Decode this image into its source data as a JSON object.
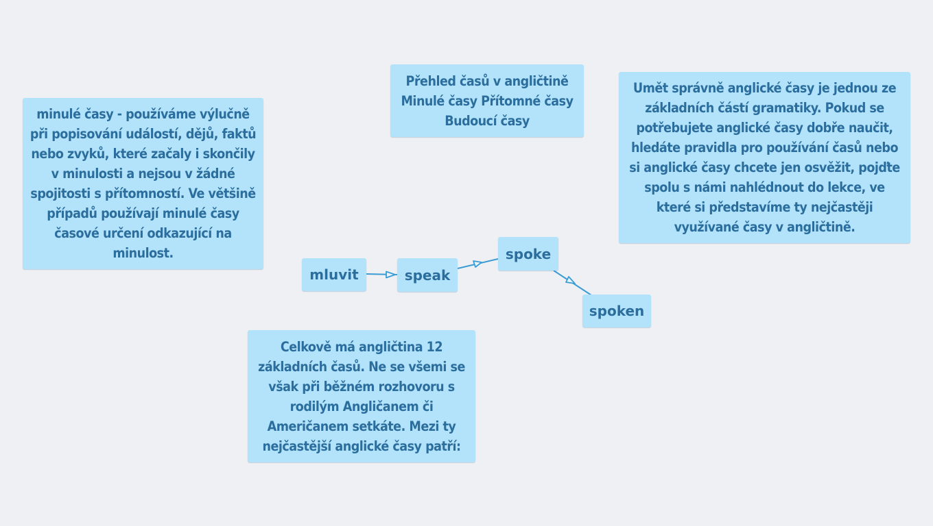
{
  "colors": {
    "background": "#eef0f3",
    "node_fill": "#b3e3fb",
    "node_text": "#2b6e9d",
    "connector": "#3b9cd4"
  },
  "nodes": {
    "past_tenses": "minulé časy - používáme výlučně při popisování událostí, dějů, faktů nebo zvyků, které začaly i skončily v minulosti a nejsou v žádné spojitosti s přítomností. Ve většině případů používají minulé časy časové určení odkazující na minulost.",
    "overview": "Přehled časů v angličtině Minulé časy Přítomné časy Budoucí časy",
    "intro": "Umět správně anglické časy je jednou ze základních částí gramatiky. Pokud se potřebujete anglické časy dobře naučit, hledáte pravidla pro používání časů nebo si anglické časy chcete jen osvěžit, pojďte spolu s námi nahlédnout do lekce, ve které si představíme ty nejčastěji využívané časy v angličtině.",
    "count": "Celkově má angličtina 12 základních časů. Ne se všemi se však při běžném rozhovoru s rodilým Angličanem či Američanem setkáte. Mezi ty nejčastější anglické časy patří:",
    "mluvit": "mluvit",
    "speak": "speak",
    "spoke": "spoke",
    "spoken": "spoken"
  }
}
